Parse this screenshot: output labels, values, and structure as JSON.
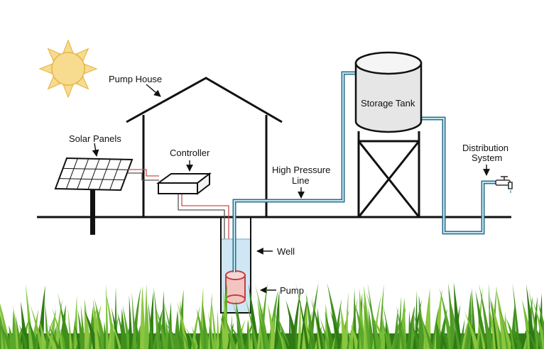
{
  "labels": {
    "pump_house": "Pump House",
    "solar_panels": "Solar Panels",
    "controller": "Controller",
    "high_pressure_line_1": "High Pressure",
    "high_pressure_line_2": "Line",
    "storage_tank": "Storage Tank",
    "distribution_1": "Distribution",
    "distribution_2": "System",
    "well": "Well",
    "pump": "Pump"
  },
  "icons": [
    "sun-icon",
    "solar-panel-icon",
    "controller-box-icon",
    "pump-house-icon",
    "water-tower-icon",
    "faucet-icon",
    "grass-icon"
  ],
  "colors": {
    "sun": "#f7dc8f",
    "sun_stroke": "#e8b84a",
    "water_pipe": "#3f93b7",
    "power_wire": "#d24a4a",
    "well_water": "#cfe6f5",
    "pump_body": "#f3c5c2",
    "pump_stroke": "#c43e3e",
    "tank_fill": "#e6e6e6",
    "grass": "#4e9a24"
  }
}
